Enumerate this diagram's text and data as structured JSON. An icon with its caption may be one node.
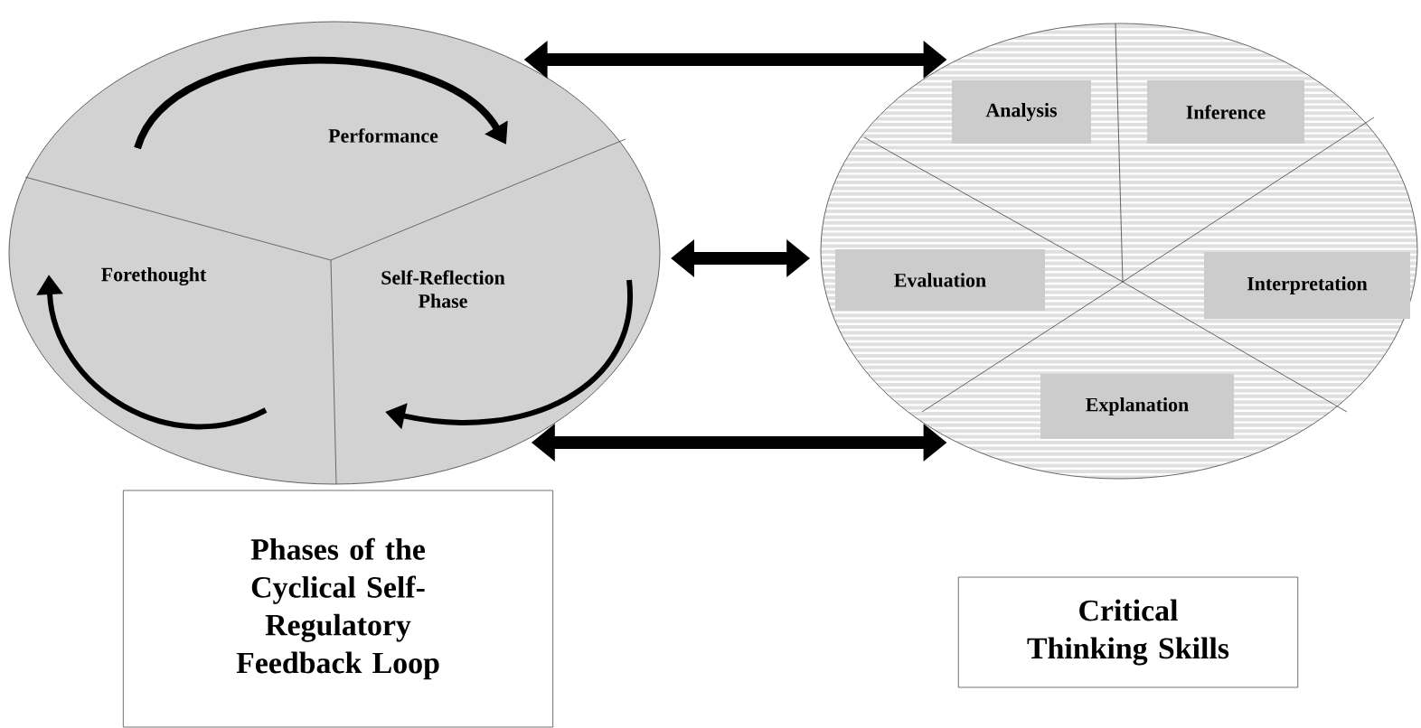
{
  "diagram": {
    "nodes": [
      {
        "text": [],
        "shape": "circle"
      },
      {
        "text": [
          "Performance"
        ],
        "in": 0
      },
      {
        "text": [
          "Forethought"
        ],
        "in": 0
      },
      {
        "text": [
          "Self-Reflection Phase"
        ],
        "in": 0
      },
      {
        "text": [],
        "shape": "circle"
      },
      {
        "text": [
          "Analysis"
        ],
        "in": 4
      },
      {
        "text": [
          "Inference"
        ],
        "in": 4
      },
      {
        "text": [
          "Evaluation"
        ],
        "in": 4
      },
      {
        "text": [
          "Interpretation"
        ],
        "in": 4
      },
      {
        "text": [
          "Explanation"
        ],
        "in": 4
      },
      {
        "text": [
          "Phases of the Cyclical Self-Regulatory Feedback Loop"
        ]
      },
      {
        "text": [
          "Critical Thinking Skills"
        ]
      }
    ],
    "edges": [
      {
        "from": 0,
        "to": 4,
        "arrow": "both"
      },
      {
        "from": 0,
        "to": 4,
        "arrow": "both"
      },
      {
        "from": 0,
        "to": 4,
        "arrow": "both"
      }
    ]
  }
}
